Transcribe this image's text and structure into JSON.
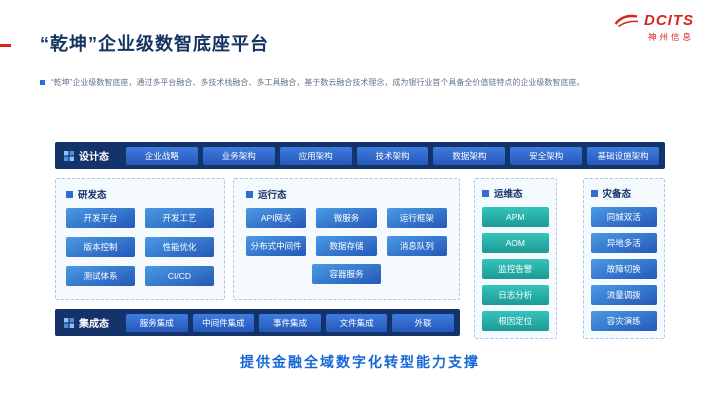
{
  "page": {
    "title": "“乾坤”企业级数智底座平台",
    "intro": "“乾坤”企业级数智底座，通过多平台融合、多技术栈融合、多工具融合，基于数云融合技术理念，成为银行业首个具备全价值链特点的企业级数智底座。",
    "footer": "提供金融全域数字化转型能力支撑"
  },
  "logo": {
    "brand": "DCITS",
    "company": "神州信息"
  },
  "diagram": {
    "design_row": {
      "label": "设计态",
      "items": [
        "企业战略",
        "业务架构",
        "应用架构",
        "技术架构",
        "数据架构",
        "安全架构",
        "基础设施架构"
      ]
    },
    "dev_box": {
      "label": "研发态",
      "items": [
        "开发平台",
        "开发工艺",
        "版本控制",
        "性能优化",
        "测试体系",
        "CI/CD"
      ]
    },
    "runtime_box": {
      "label": "运行态",
      "rows": [
        [
          "API网关",
          "微服务",
          "运行框架"
        ],
        [
          "分布式中间件",
          "数据存储",
          "消息队列"
        ],
        [
          "容器服务"
        ]
      ]
    },
    "ops_col": {
      "label": "运维态",
      "items": [
        "APM",
        "AOM",
        "监控告警",
        "日志分析",
        "根因定位"
      ]
    },
    "dr_col": {
      "label": "灾备态",
      "items": [
        "同城双活",
        "异地多活",
        "故障切换",
        "流量调拨",
        "容灾演练"
      ]
    },
    "integration_row": {
      "label": "集成态",
      "items": [
        "服务集成",
        "中间件集成",
        "事件集成",
        "文件集成",
        "外联"
      ]
    }
  },
  "colors": {
    "navy": "#14336b",
    "chip_blue": "#2f6cd4",
    "chip_blue_dark": "#2558b8",
    "chip_blue_light": "#4a9ae4",
    "teal": "#2bb3ac",
    "teal_dark": "#1d9a94",
    "accent_red": "#d6261d",
    "title_navy": "#15335f",
    "footer_blue": "#1668d5",
    "dashed_border": "#a9c9ea",
    "box_bg": "#f5fafe",
    "intro_gray": "#64748b"
  }
}
